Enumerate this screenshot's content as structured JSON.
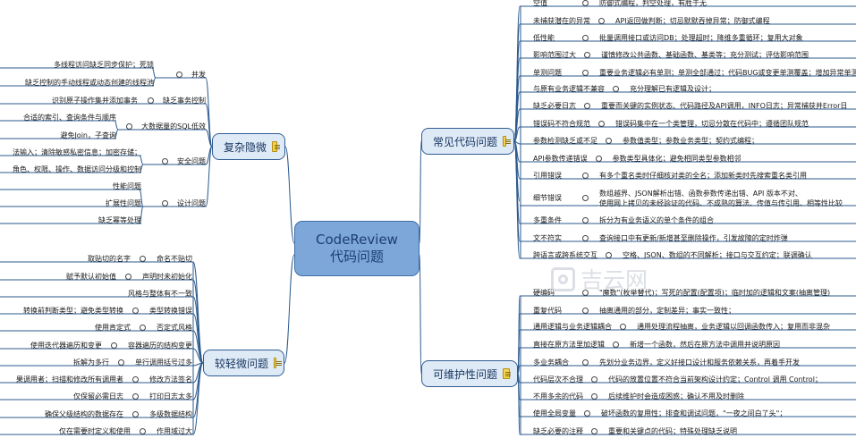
{
  "center": {
    "title": "CodeReview",
    "subtitle": "代码问题"
  },
  "branches": {
    "common": "常见代码问题",
    "complex": "复杂隐微",
    "minor": "较轻微问题",
    "maintain": "可维护性问题"
  },
  "common_items": [
    {
      "k": "空值",
      "v": "防御式编程，判空处理，有胜于无"
    },
    {
      "k": "未捕获潜在的异常",
      "v": "API返回做判断；切忌默默吞掉异常；防御式编程"
    },
    {
      "k": "低性能",
      "v": "批量调用接口或访问DB；处理超时；降维多重循环；复用大对象"
    },
    {
      "k": "影响范围过大",
      "v": "谨慎修改公共函数、基础函数、基类等；充分测试；评估影响范围"
    },
    {
      "k": "单测问题",
      "v": "重要业务逻辑必有单测；单测全部通过；代码BUG或变更单测覆盖；增加异常单测"
    },
    {
      "k": "与原有业务逻辑不兼容",
      "v": "充分理解已有逻辑及设计；"
    },
    {
      "k": "缺乏必要日志",
      "v": "重要而关键的实例状态、代码路径及API调用，INFO日志；异常捕获并Error日"
    },
    {
      "k": "错误码不符合规范",
      "v": "错误码集中在一个类管理，切忌分散在代码中；遵循团队规范"
    },
    {
      "k": "参数检测缺乏或不足",
      "v": "参数值类型；参数业务类型；契约式编程；"
    },
    {
      "k": "API参数传递错误",
      "v": "参数类型具体化；避免相同类型参数相邻"
    },
    {
      "k": "引用错误",
      "v": "有多个重名类时仔细核对类的全名；添加新类时先搜索重名类引用"
    },
    {
      "k": "细节错误",
      "v": "数组越界、JSON解析出错、函数参数传递出错、API 版本不对、",
      "v2": "使用网上拷贝的未经验证的代码、不成熟的算法、传值与传引用、相等性比较"
    },
    {
      "k": "多重条件",
      "v": "拆分为有业务语义的单个条件的组合"
    },
    {
      "k": "文不符实",
      "v": "查询接口中有更新/新增甚至删除操作，引发故障的定时炸弹"
    },
    {
      "k": "跨语言或跨系统交互",
      "v": "空格、JSON、数组的不同解析；接口与交互约定；联调确认"
    }
  ],
  "maintain_items": [
    {
      "k": "硬编码",
      "v": "\"魔数\"(枚举替代)；写死的配置(配置项)；临时加的逻辑和文案(抽离管理)"
    },
    {
      "k": "重复代码",
      "v": "抽离通用的部分，定制差异；事实一致性；"
    },
    {
      "k": "通用逻辑与业务逻辑耦合",
      "v": "通用处理流程抽离，业务逻辑以回调函数传入；复用而非混杂"
    },
    {
      "k": "直接在原方法里加逻辑",
      "v": "新增一个函数，然后在原方法中调用并说明原因"
    },
    {
      "k": "多业务耦合",
      "v": "先划分业务边界，定义好接口设计和服务依赖关系，再着手开发"
    },
    {
      "k": "代码层次不合理",
      "v": "代码的放置位置不符合当前架构设计约定；Control 调用 Control；"
    },
    {
      "k": "不用多余的代码",
      "v": "后续维护时会造成困惑；确认不用及时删除"
    },
    {
      "k": "使用全局变量",
      "v": "破坏函数的复用性；排查和调试问题，\"一夜之间白了头\"；"
    },
    {
      "k": "缺乏必要的注释",
      "v": "重要和关键点的代码；特殊处理缺乏说明"
    }
  ],
  "complex_subs": [
    {
      "label": "并发",
      "leaves": [
        "多线程访问缺乏同步保护；死锁",
        "缺乏控制的手动线程或动态创建的线程池"
      ]
    },
    {
      "label": "缺乏事务控制",
      "leaves": [
        "识别原子操作集并添加事务"
      ]
    },
    {
      "label": "大数据量的SQL低效",
      "leaves": [
        "合适的索引、查询条件与顺序",
        "避免Join，子查询"
      ]
    },
    {
      "label": "安全问题",
      "leaves": [
        "法输入；清除敏感私密信息；加密存储；",
        "角色、权限、操作、数据访问分级和控制"
      ]
    },
    {
      "label": "设计问题",
      "leaves": [
        "性能问题",
        "扩展性问题",
        "缺乏幂等处理"
      ]
    }
  ],
  "minor_subs": [
    {
      "label": "命名不贴切",
      "leaf": "取贴切的名字"
    },
    {
      "label": "声明时未初始化",
      "leaf": "赋予默认初始值"
    },
    {
      "label": "",
      "leaf": "风格与整体有不一致"
    },
    {
      "label": "类型转换错误",
      "leaf": "转换前判断类型；避免类型转换"
    },
    {
      "label": "否定式风格",
      "leaf": "使用肯定式"
    },
    {
      "label": "容器遍历的结构变更",
      "leaf": "使用迭代器遍历和变更"
    },
    {
      "label": "单行调用括号过多",
      "leaf": "拆解为多行"
    },
    {
      "label": "修改方法签名",
      "leaf": "果调用者；扫描和修改所有调用者"
    },
    {
      "label": "打印日志太多",
      "leaf": "仅保留必需日志"
    },
    {
      "label": "多级数据结构",
      "leaf": "确保父级结构的数据存在"
    },
    {
      "label": "作用域过大",
      "leaf": "仅在需要时定义和使用"
    }
  ],
  "watermark": "吉云网"
}
